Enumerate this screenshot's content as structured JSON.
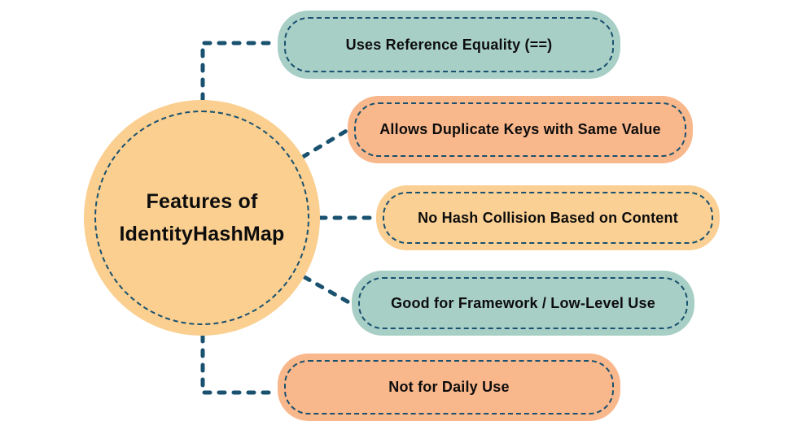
{
  "diagram": {
    "background": "#ffffff",
    "center": {
      "line1": "Features of",
      "line2": "IdentityHashMap",
      "fill": "#fbcf90"
    },
    "nodes": [
      {
        "label": "Uses Reference Equality (==)",
        "fill": "#a8cfc6"
      },
      {
        "label": "Allows Duplicate Keys with Same Value",
        "fill": "#f9b78c"
      },
      {
        "label": "No Hash Collision Based on Content",
        "fill": "#fbd094"
      },
      {
        "label": "Good for Framework / Low-Level Use",
        "fill": "#a8cfc6"
      },
      {
        "label": "Not for Daily Use",
        "fill": "#f9b78c"
      }
    ],
    "colors": {
      "connector": "#19516f",
      "text": "#0d0d0d"
    }
  }
}
